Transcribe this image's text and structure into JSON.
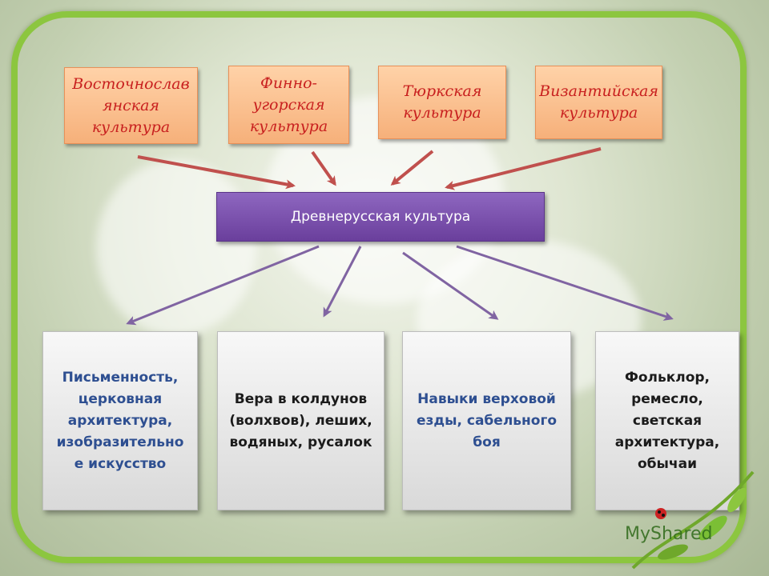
{
  "sources": [
    {
      "id": "east-slavic",
      "label": "Восточнослав янская культура"
    },
    {
      "id": "finno-ugric",
      "label": "Финно- угорская культура"
    },
    {
      "id": "turkic",
      "label": "Тюркская культура"
    },
    {
      "id": "byzantine",
      "label": "Византийская культура"
    }
  ],
  "center": {
    "label": "Древнерусская культура"
  },
  "results": [
    {
      "id": "writing",
      "label": "Письменность, церковная архитектура, изобразительно е искусство"
    },
    {
      "id": "belief",
      "label": "Вера в колдунов (волхвов), леших, водяных, русалок"
    },
    {
      "id": "riding",
      "label": "Навыки верховой езды, сабельного боя"
    },
    {
      "id": "folklore",
      "label": "Фольклор, ремесло, светская архитектура, обычаи"
    }
  ],
  "colors": {
    "frame": "#8cc63f",
    "source_text": "#c8201f",
    "source_fill": "#f6b07a",
    "center_fill": "#7a52ae",
    "arrow_in": "#c0504d",
    "arrow_out": "#8064a2",
    "result_text_blue": "#2e4f91",
    "result_text_dark": "#1b1b1b"
  },
  "watermark": {
    "text": "MyShared"
  }
}
